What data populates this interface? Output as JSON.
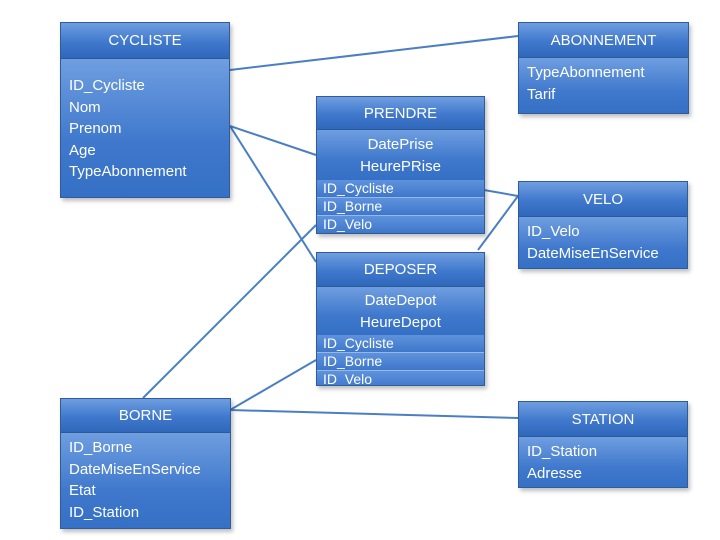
{
  "entities": {
    "cycliste": {
      "title": "CYCLISTE",
      "attributes": [
        "ID_Cycliste",
        "Nom",
        "Prenom",
        "Age",
        "TypeAbonnement"
      ]
    },
    "abonnement": {
      "title": "ABONNEMENT",
      "attributes": [
        "TypeAbonnement",
        "Tarif"
      ]
    },
    "prendre": {
      "title": "PRENDRE",
      "attributes": [
        "DatePrise",
        "HeurePRise"
      ],
      "keys": [
        "ID_Cycliste",
        "ID_Borne",
        "ID_Velo"
      ]
    },
    "velo": {
      "title": "VELO",
      "attributes": [
        "ID_Velo",
        "DateMiseEnService"
      ]
    },
    "deposer": {
      "title": "DEPOSER",
      "attributes": [
        "DateDepot",
        "HeureDepot"
      ],
      "keys": [
        "ID_Cycliste",
        "ID_Borne",
        "ID_Velo"
      ]
    },
    "borne": {
      "title": "BORNE",
      "attributes": [
        "ID_Borne",
        "DateMiseEnService",
        "Etat",
        "ID_Station"
      ]
    },
    "station": {
      "title": "STATION",
      "attributes": [
        "ID_Station",
        "Adresse"
      ]
    }
  },
  "colors": {
    "box": "#3f78cc",
    "border": "#2f5d9b",
    "line": "#4a7fc4",
    "text": "#ffffff"
  }
}
